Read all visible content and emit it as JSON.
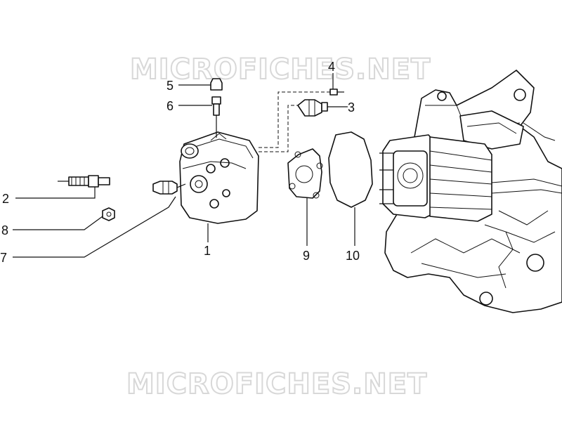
{
  "watermarks": [
    "MICROFICHES.NET",
    "MICROFICHES.NET"
  ],
  "callouts": {
    "c1": "1",
    "c2": "2",
    "c3": "3",
    "c4": "4",
    "c5": "5",
    "c6": "6",
    "c7": "7",
    "c8": "8",
    "c9": "9",
    "c10": "10"
  },
  "colors": {
    "line": "#111111",
    "watermark_outline": "#d8d8d8",
    "background": "#ffffff"
  }
}
